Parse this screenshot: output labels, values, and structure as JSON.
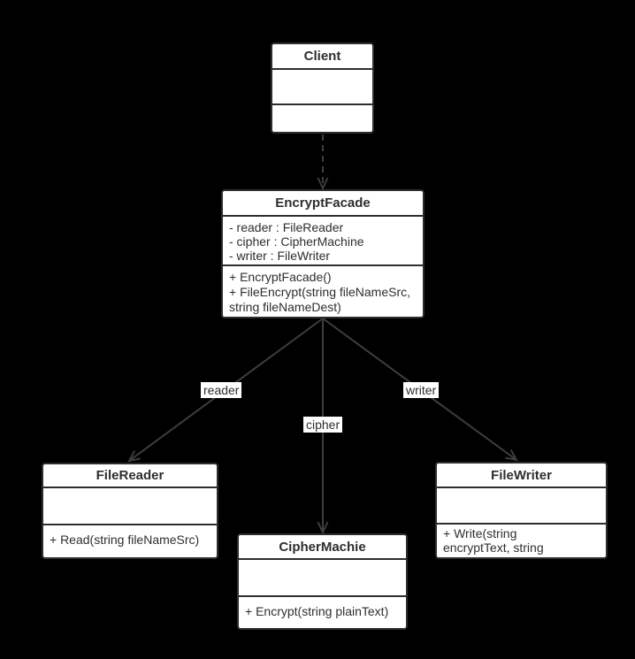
{
  "colors": {
    "background": "#000000",
    "box_fill": "#ffffff",
    "border": "#2e2e2e",
    "line": "#3d3d3d",
    "text": "#2e2e2e"
  },
  "classes": [
    {
      "name": "Client",
      "attributes": [],
      "methods": []
    },
    {
      "name": "EncryptFacade",
      "attributes": [
        "- reader : FileReader",
        "- cipher : CipherMachine",
        "- writer : FileWriter"
      ],
      "methods": [
        "+ EncryptFacade()",
        "+ FileEncrypt(string fileNameSrc, string fileNameDest)"
      ]
    },
    {
      "name": "FileReader",
      "attributes": [],
      "methods": [
        "+ Read(string fileNameSrc)"
      ]
    },
    {
      "name": "CipherMachie",
      "attributes": [],
      "methods": [
        "+ Encrypt(string plainText)"
      ]
    },
    {
      "name": "FileWriter",
      "attributes": [],
      "methods": [
        "+ Write(string encryptText, string fileNameDest)"
      ]
    }
  ],
  "edges": [
    {
      "from": "Client",
      "to": "EncryptFacade",
      "type": "dependency",
      "style": "dashed",
      "label": ""
    },
    {
      "from": "EncryptFacade",
      "to": "FileReader",
      "type": "association",
      "style": "solid",
      "label": "reader"
    },
    {
      "from": "EncryptFacade",
      "to": "CipherMachie",
      "type": "association",
      "style": "solid",
      "label": "cipher"
    },
    {
      "from": "EncryptFacade",
      "to": "FileWriter",
      "type": "association",
      "style": "solid",
      "label": "writer"
    }
  ]
}
